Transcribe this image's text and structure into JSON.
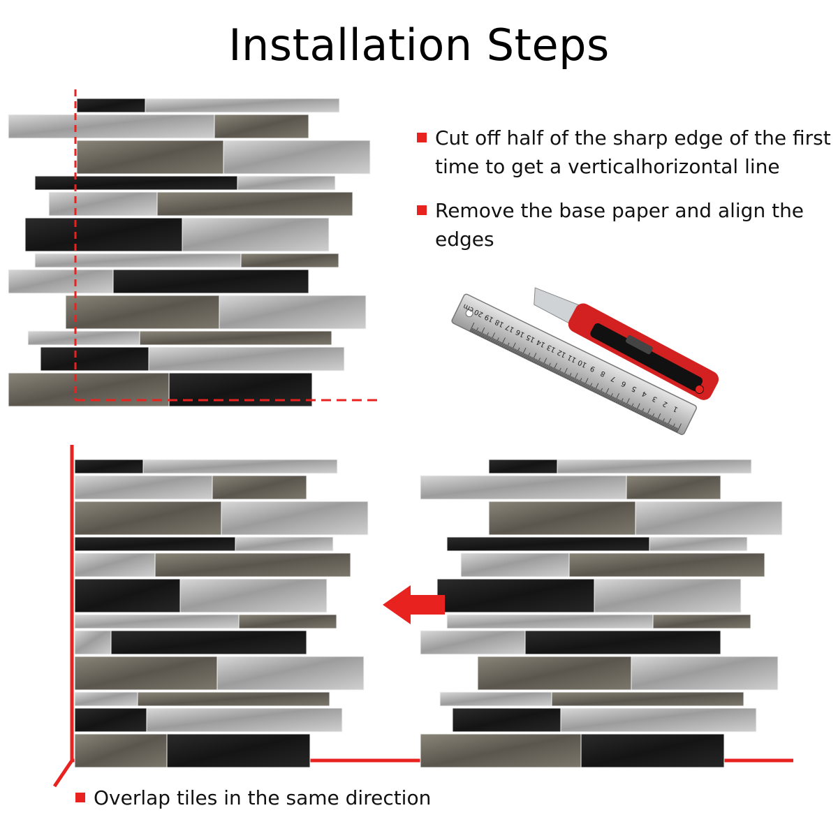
{
  "title": "Installation Steps",
  "steps": [
    "Cut off half of the sharp edge of the first time to get a verticalhorizontal line",
    "Remove the base paper and align the edges",
    "Overlap tiles in the same direction"
  ],
  "colors": {
    "accent_red": "#e8221f",
    "tile_black": "#1c1c1c",
    "tile_silver": "#b9b9b9",
    "tile_bronze": "#6b675e"
  },
  "tools": {
    "ruler_icon": "metal-ruler-icon",
    "ruler_scale": [
      "1",
      "2",
      "3",
      "4",
      "5",
      "6",
      "7",
      "8",
      "9",
      "10",
      "11",
      "12",
      "13",
      "14",
      "15",
      "16",
      "17",
      "18",
      "19",
      "20",
      "cm"
    ],
    "knife_icon": "utility-knife-icon"
  },
  "arrow_icon": "left-arrow-icon"
}
